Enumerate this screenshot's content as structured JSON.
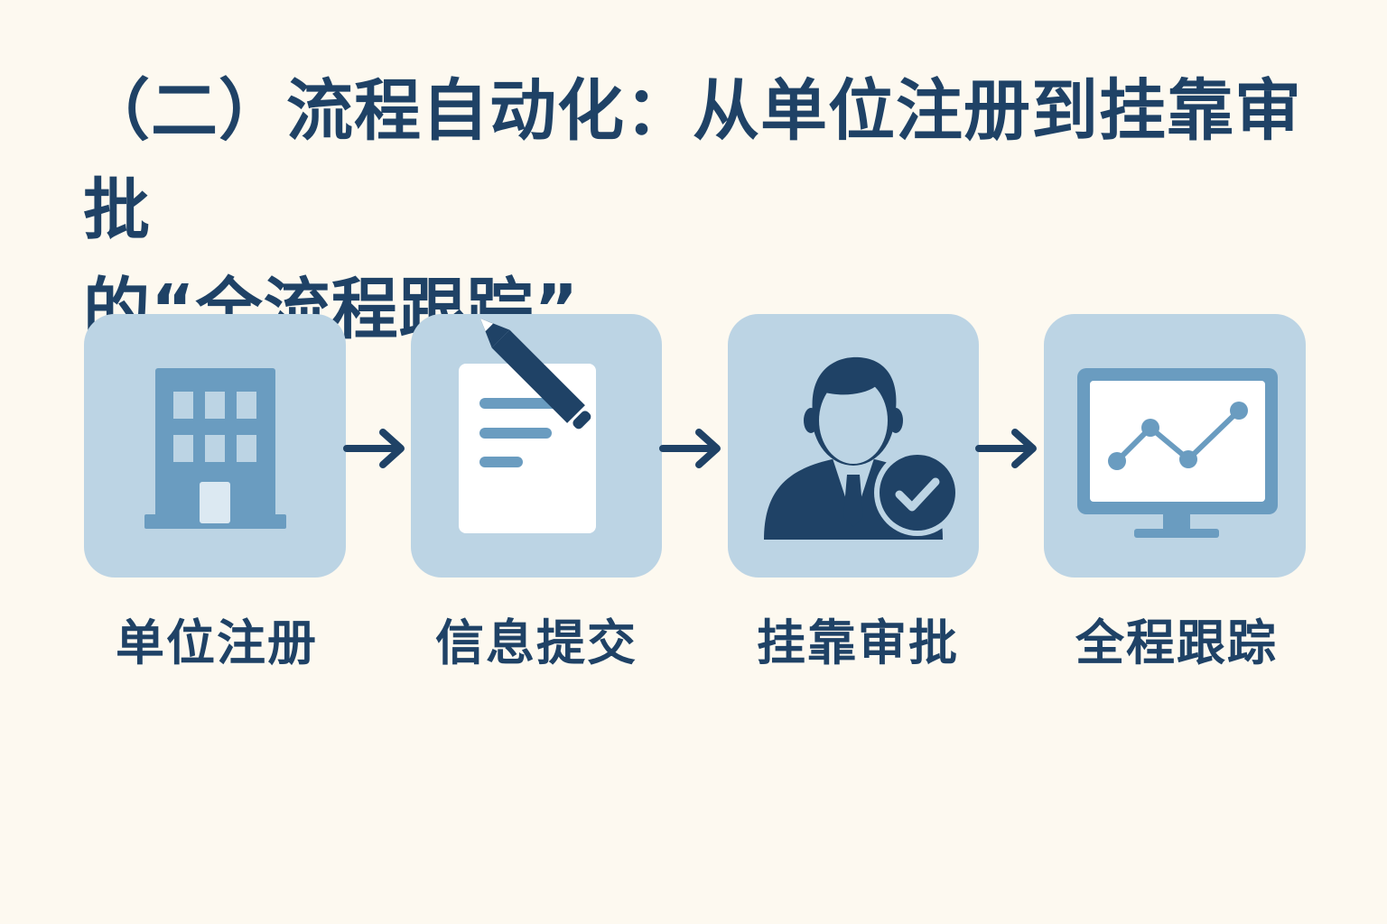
{
  "title": {
    "line1": "（二）流程自动化：从单位注册到挂靠审批",
    "line2": "的“全流程跟踪”"
  },
  "steps": [
    {
      "label": "单位注册",
      "icon": "building-icon"
    },
    {
      "label": "信息提交",
      "icon": "document-pencil-icon"
    },
    {
      "label": "挂靠审批",
      "icon": "person-check-icon"
    },
    {
      "label": "全程跟踪",
      "icon": "monitor-chart-icon"
    }
  ],
  "colors": {
    "background": "#fdf9f0",
    "card": "#bcd4e4",
    "dark_navy": "#1f4266",
    "mid_blue": "#6a9cc0",
    "white": "#ffffff"
  }
}
